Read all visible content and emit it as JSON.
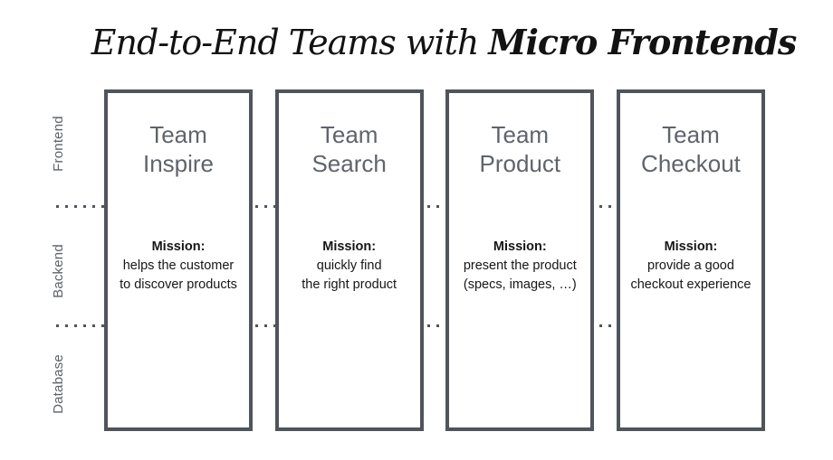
{
  "title": {
    "part1": "End-to-End Teams with ",
    "part2": "Micro Frontends"
  },
  "layers": [
    {
      "label": "Frontend"
    },
    {
      "label": "Backend"
    },
    {
      "label": "Database"
    }
  ],
  "teams": [
    {
      "name": "Team\nInspire",
      "mission_label": "Mission:",
      "mission": "helps the customer\nto discover products"
    },
    {
      "name": "Team\nSearch",
      "mission_label": "Mission:",
      "mission": "quickly find\nthe right product"
    },
    {
      "name": "Team\nProduct",
      "mission_label": "Mission:",
      "mission": "present the product\n(specs, images, …)"
    },
    {
      "name": "Team\nCheckout",
      "mission_label": "Mission:",
      "mission": "provide a good\ncheckout experience"
    }
  ],
  "colors": {
    "background": "#ffffff",
    "card_border": "#50555c",
    "team_name_text": "#5f646c",
    "layer_label_text": "#5d626a",
    "mission_text": "#161616",
    "title_text": "#121212",
    "dotted_line": "#50555c"
  }
}
